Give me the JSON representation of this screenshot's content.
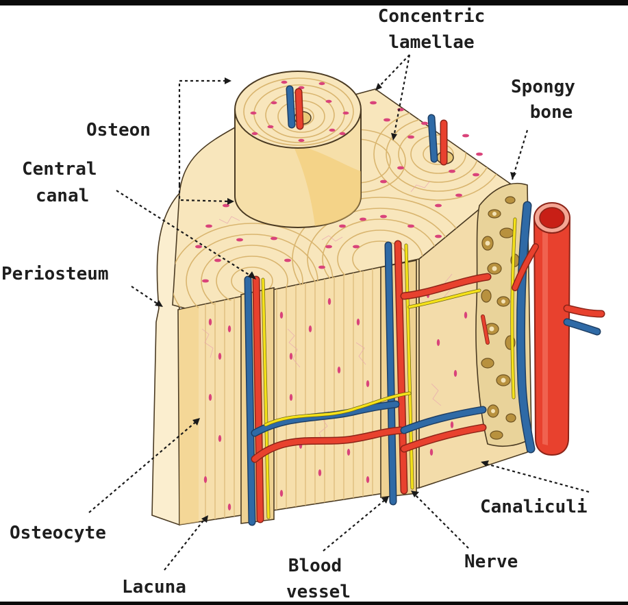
{
  "labels": {
    "concentric_lamellae": [
      "Concentric",
      "lamellae"
    ],
    "spongy_bone": [
      "Spongy",
      "bone"
    ],
    "osteon": "Osteon",
    "central_canal": [
      "Central",
      "canal"
    ],
    "periosteum": "Periosteum",
    "canaliculi": "Canaliculi",
    "osteocyte": "Osteocyte",
    "lacuna": "Lacuna",
    "blood_vessel": [
      "Blood",
      "vessel"
    ],
    "nerve": "Nerve"
  },
  "colors": {
    "bone": "#f8e6bc",
    "bone_side": "#f1d79c",
    "periosteum": "#fbeecf",
    "lamella_line": "#d9b56f",
    "lacuna": "#d9437a",
    "artery": "#e8412e",
    "vein": "#2f6aa6",
    "nerve": "#f5e21a",
    "spongy": "#b8913e"
  }
}
